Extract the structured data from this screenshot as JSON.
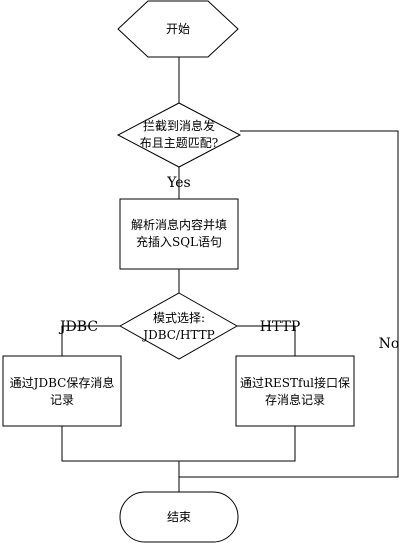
{
  "nodes": {
    "start": {
      "line1": "开始"
    },
    "decision_intercept": {
      "line1": "拦截到消息发",
      "line2": "布且主题匹配?"
    },
    "parse": {
      "line1": "解析消息内容并填",
      "line2": "充插入SQL语句"
    },
    "decision_mode": {
      "line1": "模式选择:",
      "line2": "JDBC/HTTP"
    },
    "save_jdbc": {
      "line1": "通过JDBC保存消息",
      "line2": "记录"
    },
    "save_rest": {
      "line1": "通过RESTful接口保",
      "line2": "存消息记录"
    },
    "end": {
      "line1": "结束"
    }
  },
  "edge_labels": {
    "yes": "Yes",
    "no": "No",
    "jdbc": "JDBC",
    "http": "HTTP"
  }
}
